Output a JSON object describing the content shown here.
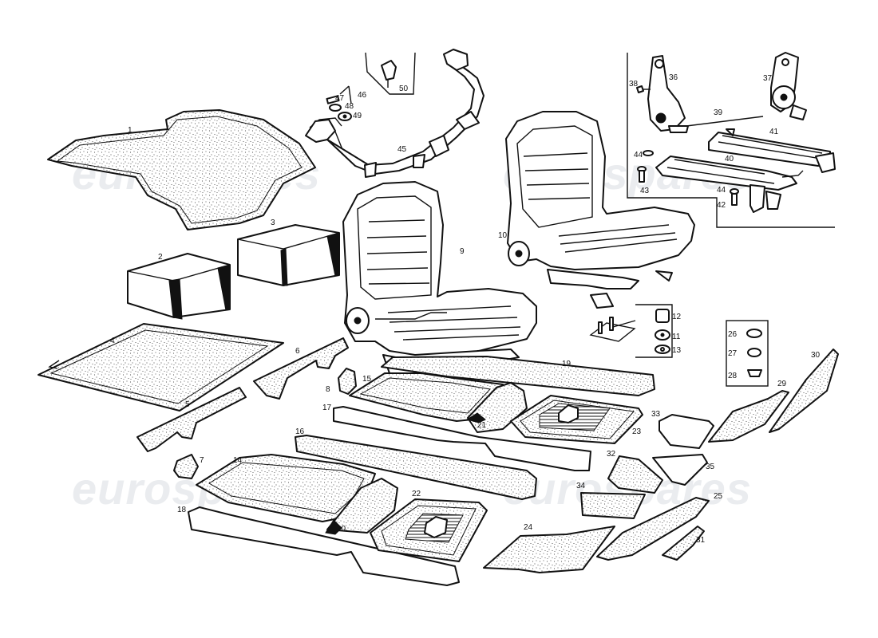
{
  "watermark": {
    "text": "eurospares"
  },
  "callouts": {
    "c1": "1",
    "c2": "2",
    "c3": "3",
    "c4": "4",
    "c5": "5",
    "c6": "6",
    "c7": "7",
    "c8": "8",
    "c9": "9",
    "c10": "10",
    "c11": "11",
    "c12": "12",
    "c13": "13",
    "c14": "14",
    "c15": "15",
    "c16": "16",
    "c17": "17",
    "c18": "18",
    "c19": "19",
    "c20": "20",
    "c21": "21",
    "c22": "22",
    "c23": "23",
    "c24": "24",
    "c25": "25",
    "c26": "26",
    "c27": "27",
    "c28": "28",
    "c29": "29",
    "c30": "30",
    "c31": "31",
    "c32": "32",
    "c33": "33",
    "c34": "34",
    "c35": "35",
    "c36": "36",
    "c37": "37",
    "c38": "38",
    "c39": "39",
    "c40": "40",
    "c41": "41",
    "c42": "42",
    "c43": "43",
    "c44a": "44",
    "c44b": "44",
    "c45": "45",
    "c46": "46",
    "c47": "47",
    "c48": "48",
    "c49": "49",
    "c50": "50"
  }
}
